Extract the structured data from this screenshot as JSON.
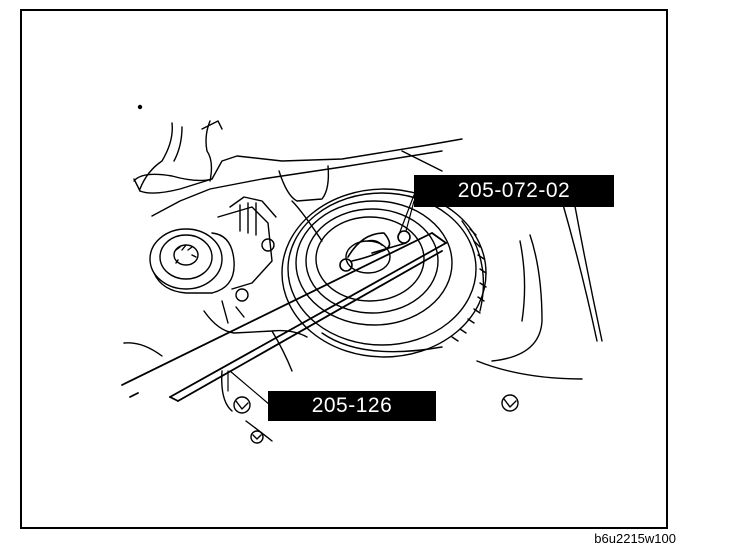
{
  "callouts": {
    "tool_top": "205-072-02",
    "tool_bottom": "205-126"
  },
  "figure_id": "b6u2215w100",
  "colors": {
    "line": "#000000",
    "label_background": "#000000",
    "label_text": "#ffffff",
    "background": "#ffffff"
  }
}
